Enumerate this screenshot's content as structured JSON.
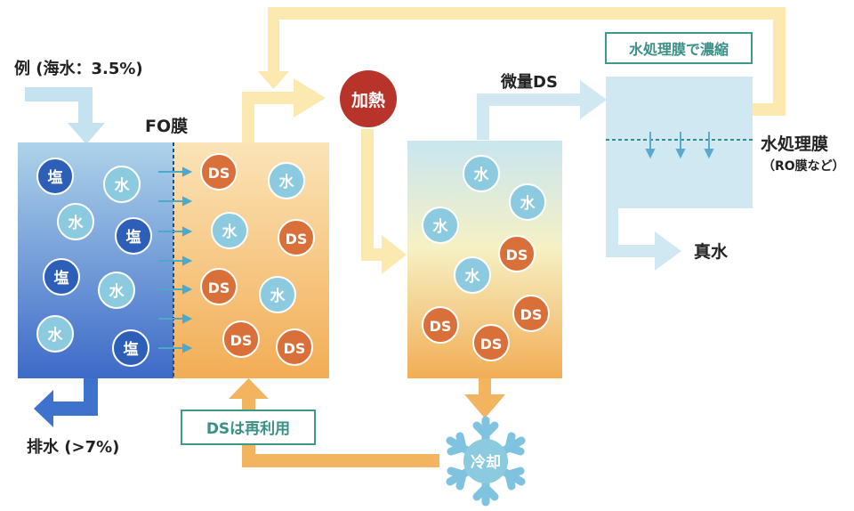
{
  "labels": {
    "input": "例 (海水：3.5%)",
    "fo_membrane": "FO膜",
    "drain": "排水 (>7%)",
    "heat": "加熱",
    "trace_ds": "微量DS",
    "concentrate_box": "水処理膜で濃縮",
    "ro_membrane": "水処理膜",
    "ro_sub": "（RO膜など）",
    "pure_water": "真水",
    "reuse_box": "DSは再利用",
    "cool": "冷却"
  },
  "particles": {
    "salt": "塩",
    "water": "水",
    "ds": "DS"
  },
  "colors": {
    "salt_fill": "#2d5fb8",
    "water_fill": "#8ccae0",
    "ds_fill": "#d9703a",
    "heat_fill": "#b8342a",
    "box_border": "#3a9a8c",
    "arrow_yellow": "#fbe9b0",
    "arrow_blue": "#cfe8f2",
    "arrow_orange": "#f2b45f",
    "arrow_darkblue": "#3f72cc"
  }
}
